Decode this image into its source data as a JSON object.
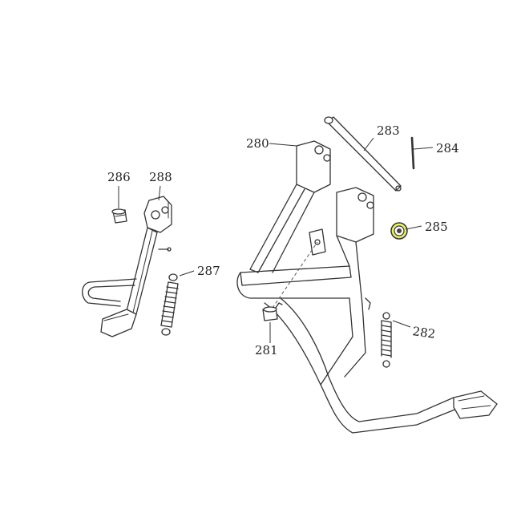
{
  "diagram": {
    "labels": {
      "p280": "280",
      "p281": "281",
      "p282": "282",
      "p283": "283",
      "p284": "284",
      "p285": "285",
      "p286": "286",
      "p287": "287",
      "p288": "288"
    },
    "colors": {
      "line": "#333333",
      "washer_highlight": "#e8f060",
      "background": "#ffffff"
    }
  }
}
